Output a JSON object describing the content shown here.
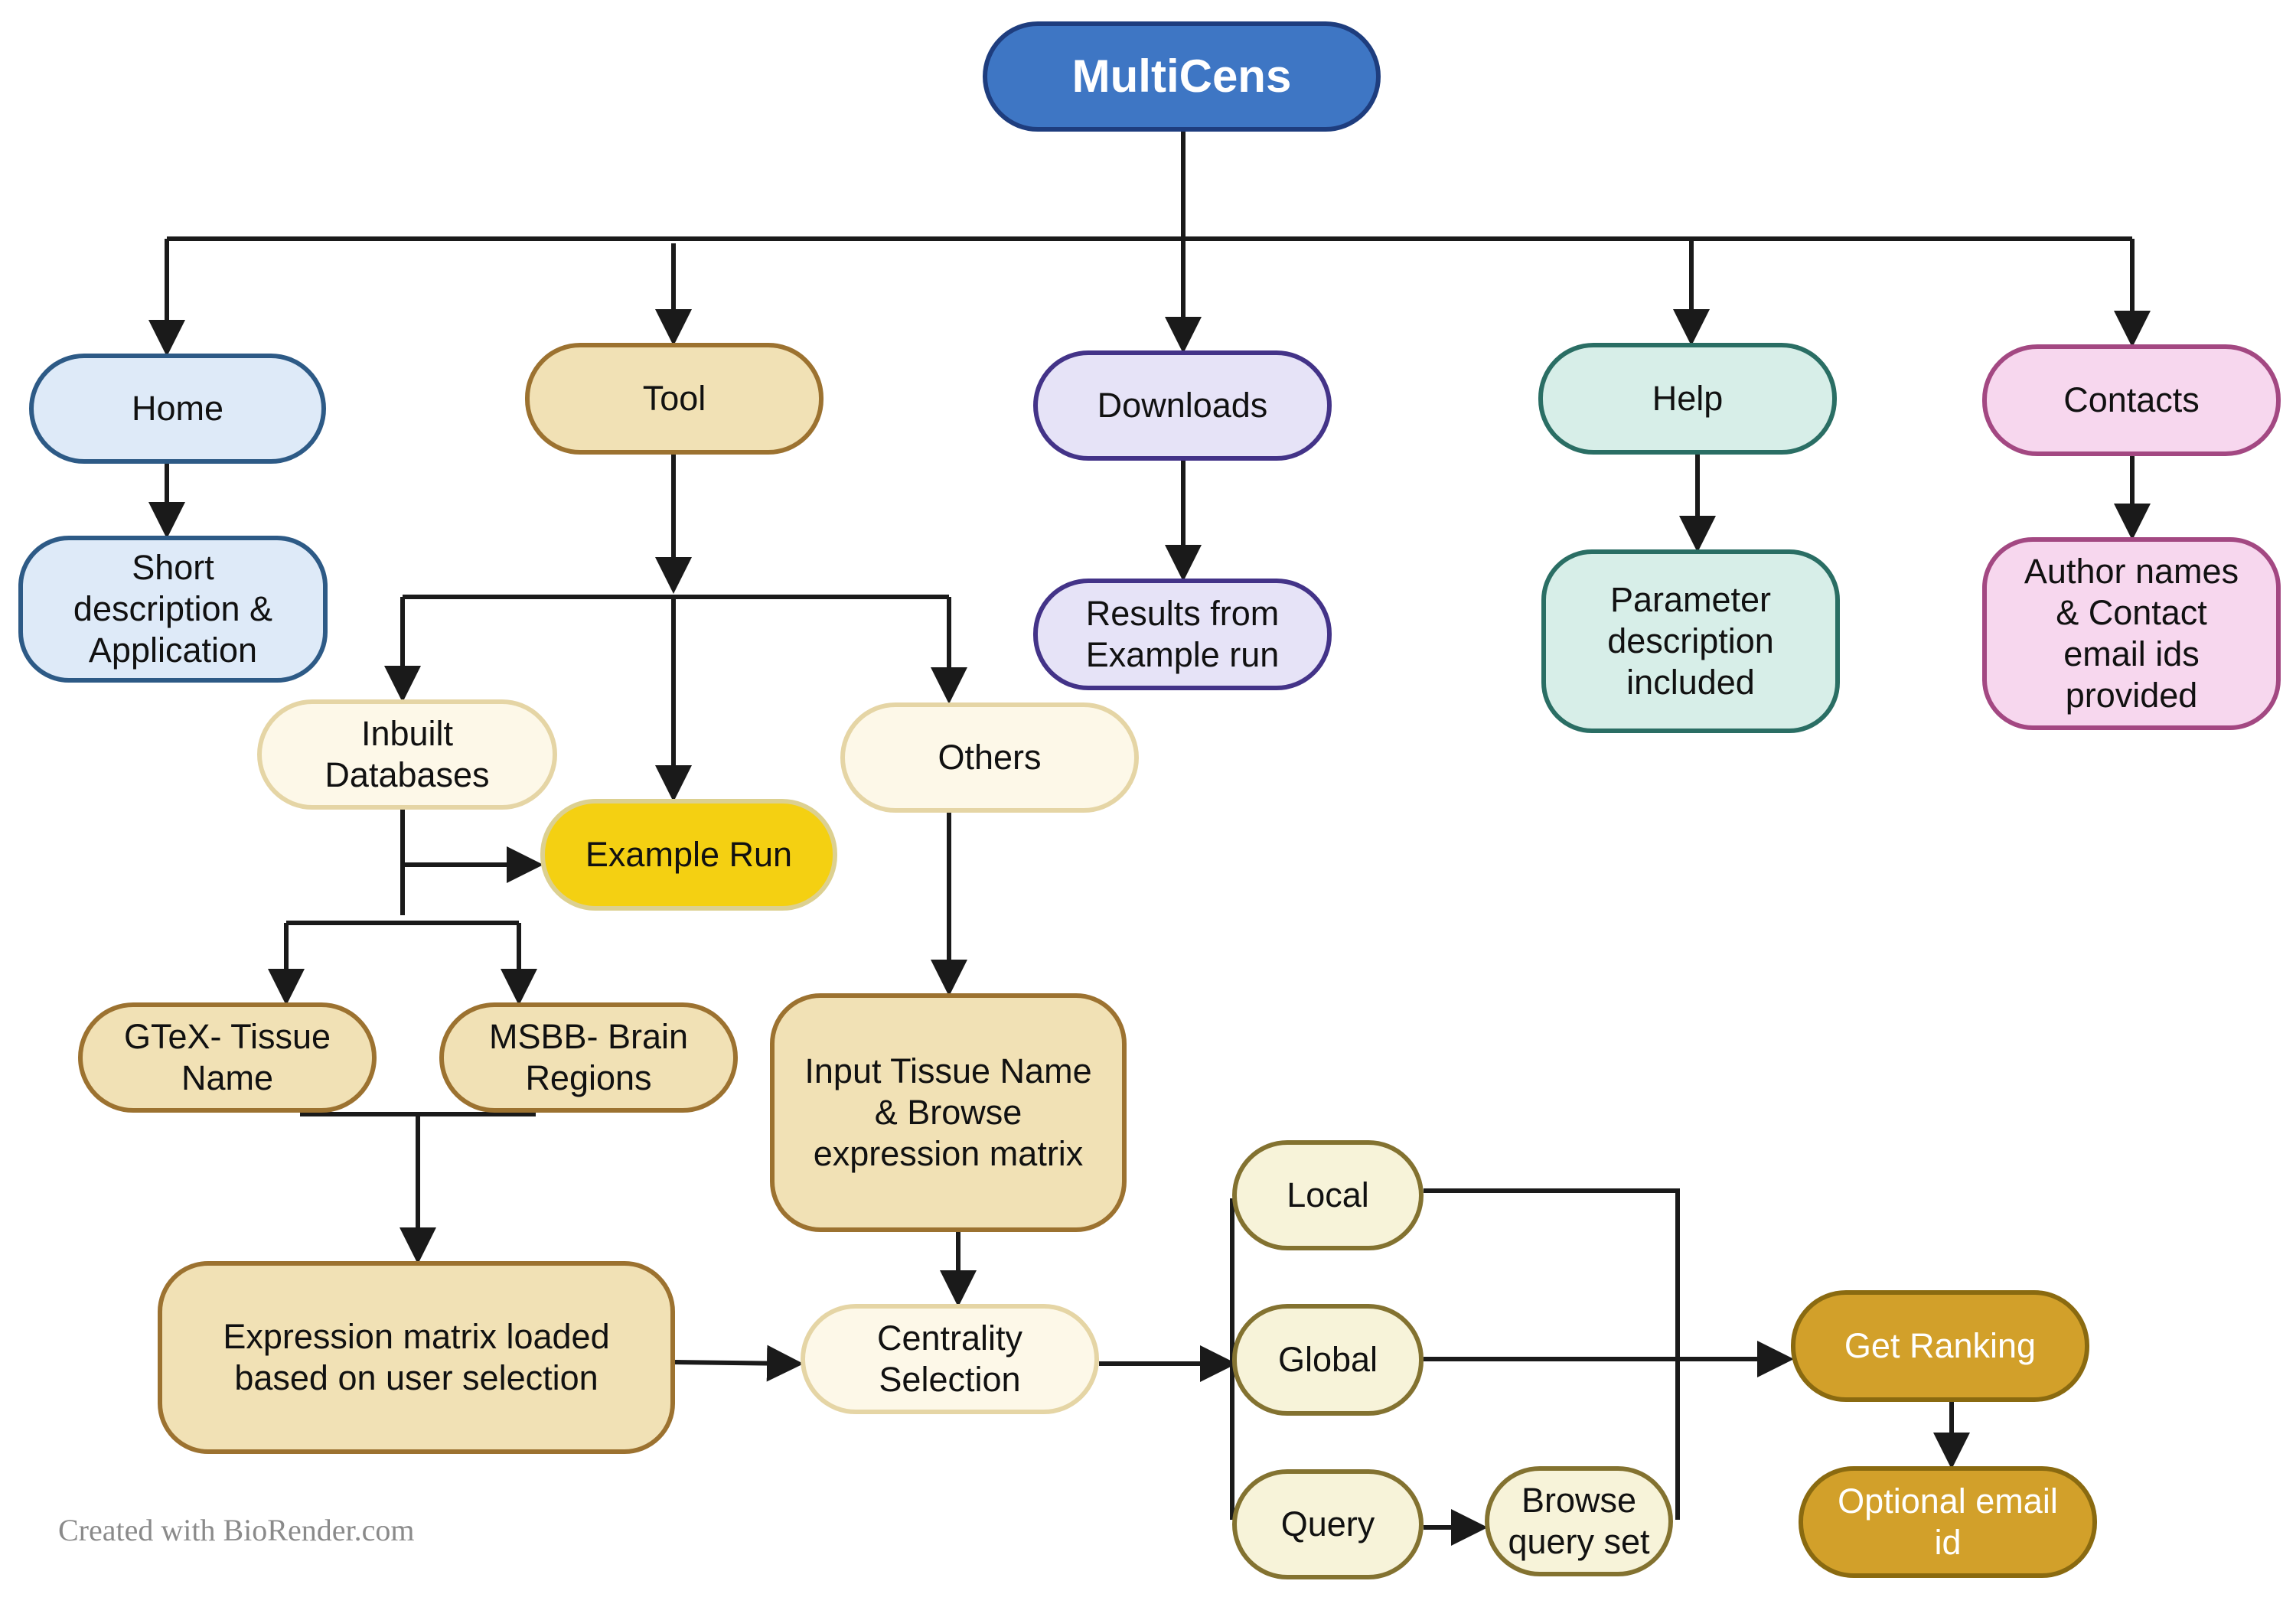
{
  "colors": {
    "line": "#1a1a1a",
    "title_fill": "#3e76c4",
    "title_border": "#1e3d7e",
    "home_fill": "#deeaf8",
    "home_border": "#2d5a86",
    "tool_fill": "#f1e1b5",
    "tool_border": "#9c7230",
    "tool_sub_fill": "#fdf8e8",
    "tool_sub_border": "#e5d5a5",
    "example_fill": "#f4d012",
    "example_border": "#dcd090",
    "downloads_fill": "#e6e3f7",
    "downloads_border": "#433388",
    "help_fill": "#d7eee8",
    "help_border": "#2a6e64",
    "contacts_fill": "#f7d7ee",
    "contacts_border": "#a34882",
    "scope_fill": "#f7f3d9",
    "scope_border": "#837230",
    "rank_fill": "#d2a02a",
    "rank_border": "#8a6a10"
  },
  "nodes": {
    "title": "MultiCens",
    "home": "Home",
    "home_desc": "Short\ndescription &\nApplication",
    "tool": "Tool",
    "downloads": "Downloads",
    "downloads_desc": "Results from\nExample run",
    "help": "Help",
    "help_desc": "Parameter\ndescription\nincluded",
    "contacts": "Contacts",
    "contacts_desc": "Author names\n& Contact\nemail ids\nprovided",
    "inbuilt": "Inbuilt\nDatabases",
    "others": "Others",
    "example_run": "Example Run",
    "gtex": "GTeX- Tissue\nName",
    "msbb": "MSBB- Brain\nRegions",
    "input_tissue": "Input Tissue Name\n& Browse\nexpression matrix",
    "expr_matrix": "Expression matrix loaded\nbased on user selection",
    "centrality": "Centrality\nSelection",
    "local": "Local",
    "global": "Global",
    "query": "Query",
    "browse_query": "Browse\nquery set",
    "get_ranking": "Get Ranking",
    "optional_email": "Optional email\nid"
  },
  "credit": "Created with BioRender.com"
}
